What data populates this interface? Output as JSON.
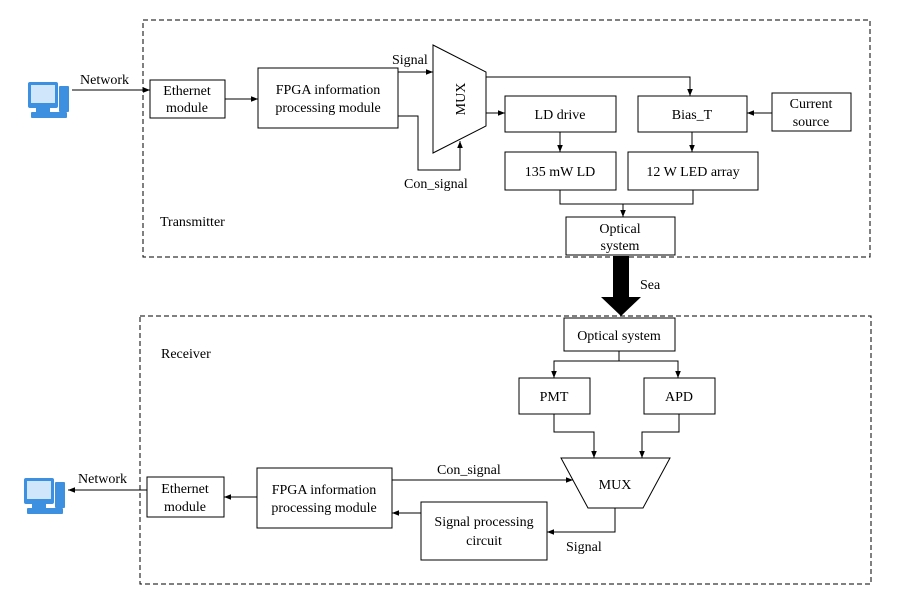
{
  "transmitter": {
    "label": "Transmitter",
    "network_label": "Network",
    "ethernet_module": [
      "Ethernet",
      "module"
    ],
    "fpga_module": [
      "FPGA information",
      "processing module"
    ],
    "signal_label": "Signal",
    "con_signal_label": "Con_signal",
    "mux_label": "MUX",
    "ld_drive": "LD drive",
    "bias_t": "Bias_T",
    "current_source": [
      "Current",
      "source"
    ],
    "ld_135": "135 mW LD",
    "led_array": "12 W LED array",
    "optical_system": [
      "Optical",
      "system"
    ]
  },
  "channel": {
    "label": "Sea"
  },
  "receiver": {
    "label": "Receiver",
    "network_label": "Network",
    "optical_system": "Optical system",
    "pmt": "PMT",
    "apd": "APD",
    "mux_label": "MUX",
    "con_signal_label": "Con_signal",
    "signal_label": "Signal",
    "ethernet_module": [
      "Ethernet",
      "module"
    ],
    "fpga_module": [
      "FPGA information",
      "processing module"
    ],
    "signal_processing": [
      "Signal processing",
      "circuit"
    ]
  },
  "colors": {
    "computer_icon": "#3d8fe0"
  }
}
